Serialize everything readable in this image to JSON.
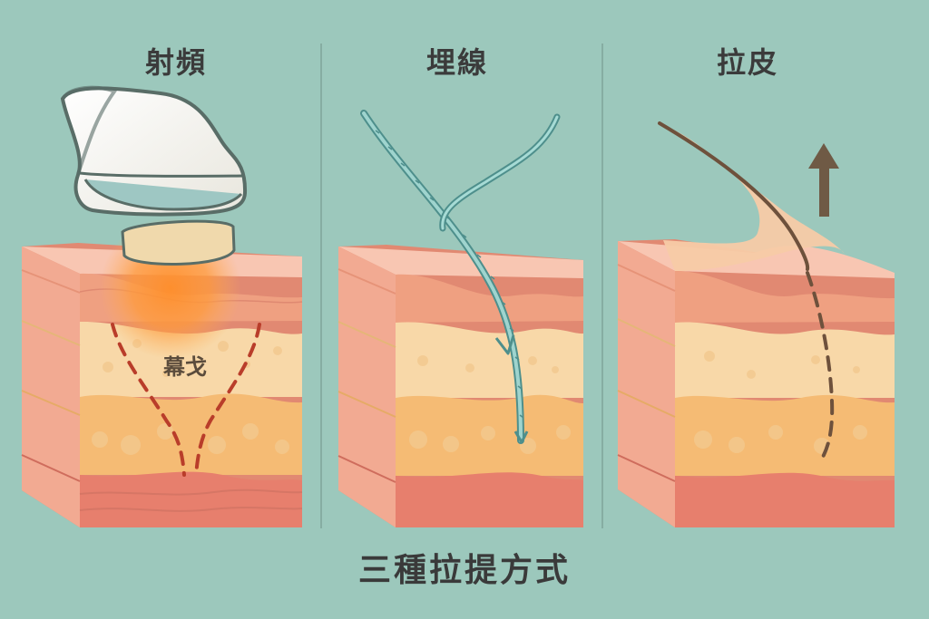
{
  "figure": {
    "panels": [
      {
        "title": "射頻",
        "annotation": "幕戈"
      },
      {
        "title": "埋線"
      },
      {
        "title": "拉皮"
      }
    ],
    "caption": "三種拉提方式"
  },
  "colors": {
    "background": "#9cc8bc",
    "epidermis": "#f1a88d",
    "dermis": "#f6cfa0",
    "fat": "#f7b66a",
    "muscle": "#e58a73",
    "thread": "#5aa9a5",
    "dashed_red": "#b93d2a",
    "arrow": "#6f5a45"
  },
  "icons": {
    "device": "rf-probe-icon",
    "lift_arrow": "up-arrow-icon"
  }
}
